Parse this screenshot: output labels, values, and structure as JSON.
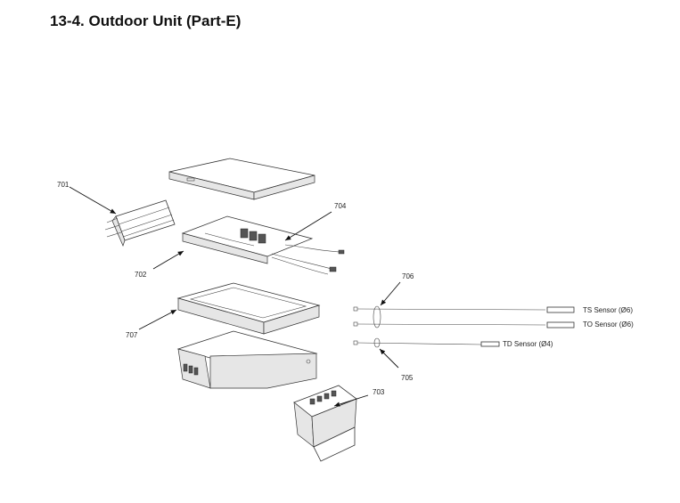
{
  "heading": "13-4. Outdoor Unit (Part-E)",
  "callouts": {
    "p701": "701",
    "p702": "702",
    "p703": "703",
    "p704": "704",
    "p705": "705",
    "p706": "706",
    "p707": "707"
  },
  "sensors": {
    "ts": "TS Sensor (Ø6)",
    "to": "TO Sensor (Ø6)",
    "td": "TD Sensor (Ø4)"
  }
}
